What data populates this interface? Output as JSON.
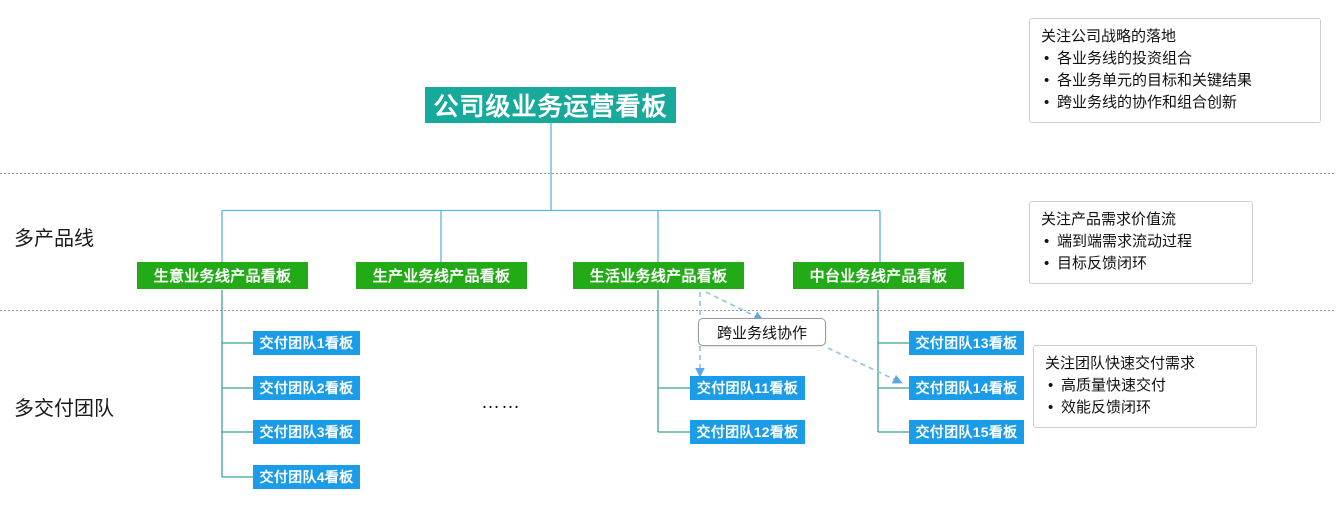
{
  "diagram": {
    "title_node": {
      "label": "公司级业务运营看板",
      "color": "#17a99b"
    },
    "row_labels": [
      {
        "label": "多产品线"
      },
      {
        "label": "多交付团队"
      }
    ],
    "ellipsis": "……",
    "collaboration_callout": {
      "label": "跨业务线协作"
    },
    "product_lines": {
      "color": "#22ab17",
      "items": [
        {
          "label": "生意业务线产品看板"
        },
        {
          "label": "生产业务线产品看板"
        },
        {
          "label": "生活业务线产品看板"
        },
        {
          "label": "中台业务线产品看板"
        }
      ]
    },
    "delivery_teams": {
      "color": "#1b9ce8",
      "items": [
        {
          "label": "交付团队1看板"
        },
        {
          "label": "交付团队2看板"
        },
        {
          "label": "交付团队3看板"
        },
        {
          "label": "交付团队4看板"
        },
        {
          "label": "交付团队11看板"
        },
        {
          "label": "交付团队12看板"
        },
        {
          "label": "交付团队13看板"
        },
        {
          "label": "交付团队14看板"
        },
        {
          "label": "交付团队15看板"
        }
      ]
    },
    "annotations": [
      {
        "heading": "关注公司战略的落地",
        "bullets": [
          "各业务线的投资组合",
          "各业务单元的目标和关键结果",
          "跨业务线的协作和组合创新"
        ]
      },
      {
        "heading": "关注产品需求价值流",
        "bullets": [
          "端到端需求流动过程",
          "目标反馈闭环"
        ]
      },
      {
        "heading": "关注团队快速交付需求",
        "bullets": [
          "高质量快速交付",
          "效能反馈闭环"
        ]
      }
    ]
  }
}
